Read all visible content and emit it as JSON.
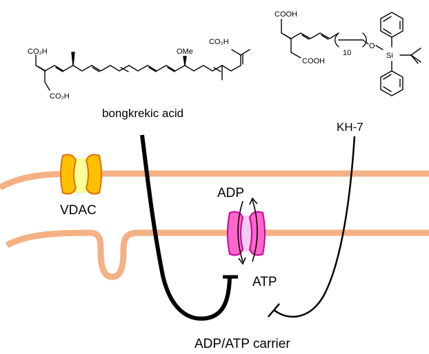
{
  "compounds": {
    "bongkrekic_acid": {
      "name": "bongkrekic acid",
      "groups": {
        "co2h_top_left": "CO₂H",
        "co2h_bottom_left": "CO₂H",
        "co2h_right": "CO₂H",
        "ome": "OMe"
      }
    },
    "kh7": {
      "name": "KH-7",
      "groups": {
        "cooh_top": "COOH",
        "cooh_bottom": "COOH",
        "chain_repeat": "10",
        "oxygen": "O",
        "silicon": "Si"
      }
    }
  },
  "labels": {
    "channel": "VDAC",
    "substrate_in": "ADP",
    "substrate_out": "ATP",
    "carrier": "ADP/ATP carrier"
  },
  "colors": {
    "membrane": "#F4B183",
    "vdac_fill": "#FFC000",
    "vdac_stroke": "#E46C0A",
    "vdac_pore": "#FFFF99",
    "carrier_fill": "#FF66CC",
    "carrier_stroke": "#CC0099",
    "carrier_pore": "#F2CCEE",
    "inhibitor_line": "#000000"
  }
}
